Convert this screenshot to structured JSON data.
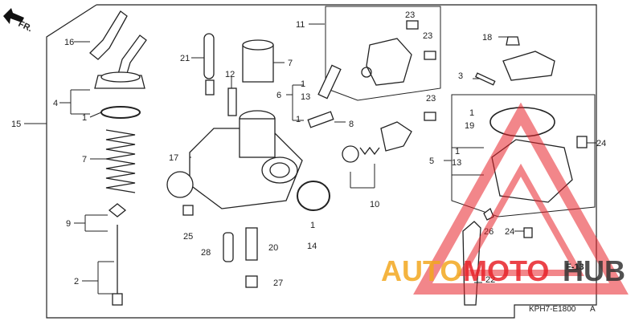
{
  "direction": "FR.",
  "callouts": {
    "n1": "1",
    "n2": "2",
    "n3": "3",
    "n4": "4",
    "n5": "5",
    "n6": "6",
    "n7": "7",
    "n8": "8",
    "n9": "9",
    "n10": "10",
    "n11": "11",
    "n12": "12",
    "n13": "13",
    "n14": "14",
    "n15": "15",
    "n16": "16",
    "n17": "17",
    "n18": "18",
    "n19": "19",
    "n20": "20",
    "n21": "21",
    "n22": "22",
    "n23": "23",
    "n24": "24",
    "n25": "25",
    "n26": "26",
    "n27": "27",
    "n28": "28"
  },
  "section_ref": "F-13",
  "diagram_code": "KPH7-E1800",
  "diagram_code_suffix": "A",
  "watermark": {
    "part1": "AUTO",
    "part2": "MOTO",
    "part3": "HUB",
    "color1": "#f3a81f",
    "color2": "#e8232a",
    "color3": "#333333"
  }
}
